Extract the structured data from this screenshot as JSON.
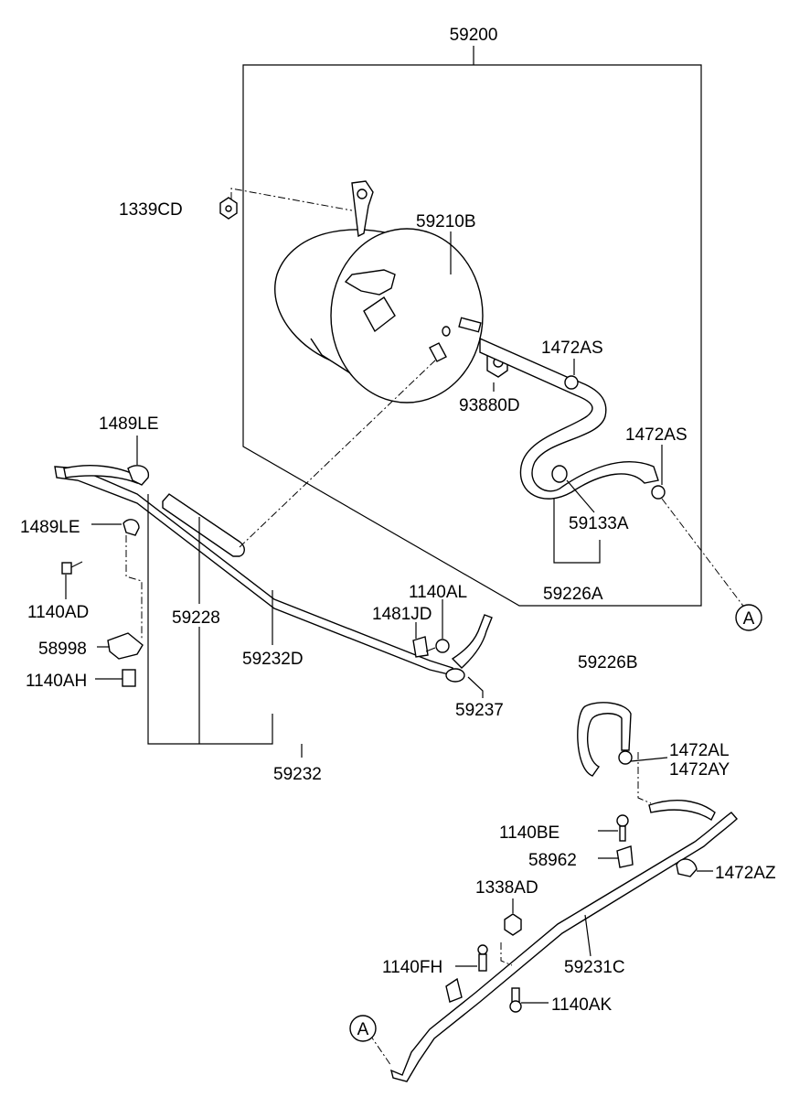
{
  "labels": {
    "p59200": "59200",
    "p1339CD": "1339CD",
    "p59210B": "59210B",
    "p1472AS_a": "1472AS",
    "p93880D": "93880D",
    "p1472AS_b": "1472AS",
    "p59133A": "59133A",
    "p59226A": "59226A",
    "p1489LE_a": "1489LE",
    "p1489LE_b": "1489LE",
    "p1140AD": "1140AD",
    "p59228": "59228",
    "p58998": "58998",
    "p1140AH": "1140AH",
    "p59232D": "59232D",
    "p1140AL": "1140AL",
    "p1481JD": "1481JD",
    "p59237": "59237",
    "p59232": "59232",
    "p59226B": "59226B",
    "p1472AL": "1472AL",
    "p1472AY": "1472AY",
    "p1140BE": "1140BE",
    "p58962": "58962",
    "p1472AZ": "1472AZ",
    "p1338AD": "1338AD",
    "p1140FH": "1140FH",
    "p59231C": "59231C",
    "p1140AK": "1140AK",
    "ref_a1": "A",
    "ref_a2": "A"
  }
}
